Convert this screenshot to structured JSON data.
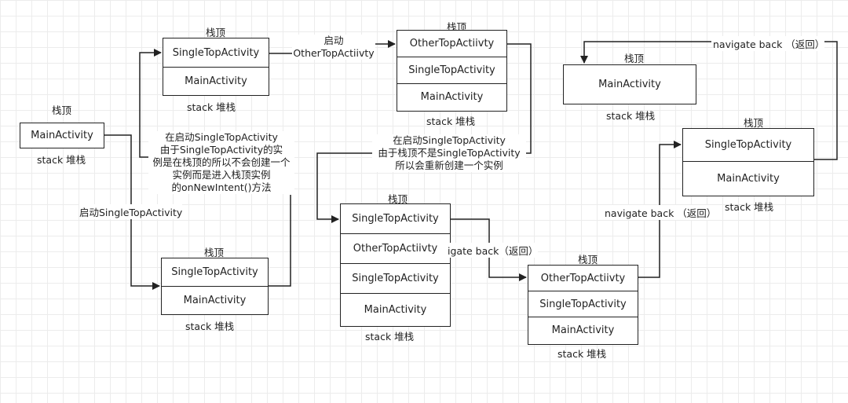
{
  "labels": {
    "stack_top": "栈顶",
    "stack_caption": "stack 堆栈"
  },
  "stacks": {
    "s1": [
      "MainActivity"
    ],
    "s2": [
      "SingleTopActivity",
      "MainActivity"
    ],
    "s3": [
      "SingleTopActivity",
      "MainActivity"
    ],
    "s4": [
      "OtherTopActiivty",
      "SingleTopActivity",
      "MainActivity"
    ],
    "s5": [
      "SingleTopActivity",
      "OtherTopActiivty",
      "SingleTopActivity",
      "MainActivity"
    ],
    "s6": [
      "OtherTopActiivty",
      "SingleTopActivity",
      "MainActivity"
    ],
    "s7": [
      "SingleTopActivity",
      "MainActivity"
    ],
    "s8": [
      "MainActivity"
    ]
  },
  "annotations": {
    "launch_single": "启动SingleTopActivity",
    "launch_other_1": "启动",
    "launch_other_2": "OtherTopActiivty",
    "note_reuse": [
      "在启动SingleTopActivity",
      "由于SingleTopActivity的实",
      "例是在栈顶的所以不会创建一个",
      "实例而是进入栈顶实例",
      "的onNewIntent()方法"
    ],
    "note_new": [
      "在启动SingleTopActivity",
      "由于栈顶不是SingleTopActivity",
      "所以会重新创建一个实例"
    ],
    "nav_back_1": "navigate back （返回）",
    "nav_back_1_visible": "igate back（返回）",
    "nav_back_2": "navigate back （返回）",
    "nav_back_3": "navigate back （返回）"
  }
}
